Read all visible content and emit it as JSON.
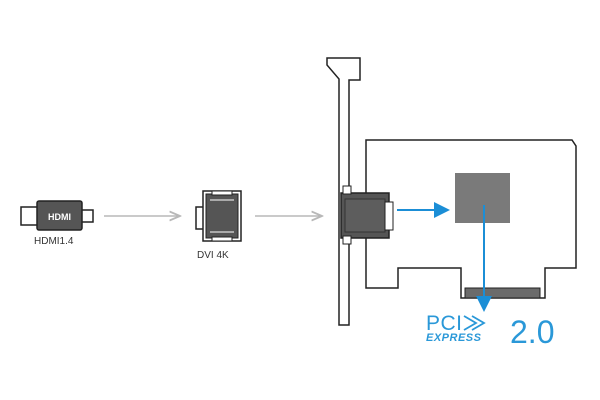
{
  "hdmi": {
    "connector_text": "HDMI",
    "label": "HDMI1.4"
  },
  "dvi": {
    "label": "DVI 4K"
  },
  "pci_logo": {
    "pci_text": "PCI",
    "express_text": "EXPRESS",
    "version_text": "2.0"
  },
  "colors": {
    "accent": "#1b8ed6",
    "logo": "#2a98d8",
    "chip": "#7a7a7a",
    "gold_contacts": "#6b6b6b",
    "connector_body": "#555555",
    "flow_arrow": "#b8b8b8",
    "outline": "#222222"
  }
}
